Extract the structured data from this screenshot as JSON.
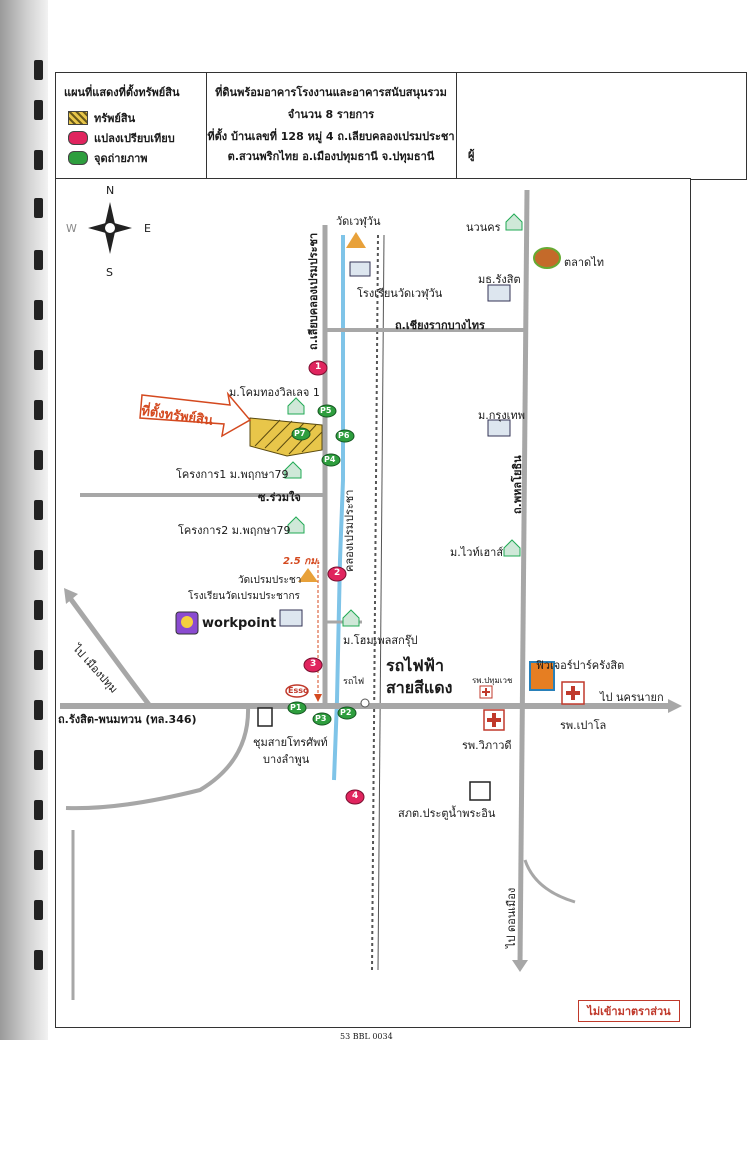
{
  "header": {
    "legend_title": "แผนที่แสดงที่ตั้งทรัพย์สิน",
    "legend": [
      {
        "label": "ทรัพย์สิน"
      },
      {
        "label": "แปลงเปรียบเทียบ"
      },
      {
        "label": "จุดถ่ายภาพ"
      }
    ],
    "info_lines": [
      "ที่ดินพร้อมอาคารโรงงานและอาคารสนับสนุนรวม",
      "จำนวน 8 รายการ",
      "ที่ตั้ง บ้านเลขที่ 128 หมู่ 4 ถ.เลียบคลองเปรมประชา",
      "ต.สวนพริกไทย อ.เมืองปทุมธานี จ.ปทุมธานี"
    ],
    "cut_char": "ผู้"
  },
  "compass": {
    "n": "N",
    "s": "S",
    "e": "E",
    "w": "W"
  },
  "map": {
    "roads": {
      "road_khlong": "ถ.เลียบคลองเปรมประชา",
      "road_chiang_rak": "ถ.เชียงรากบางไทร",
      "road_phahonyothin": "ถ.พหลโยธิน",
      "soi_ruam_chai": "ซ.ร่วมใจ",
      "canal": "คลองเปรมประชา",
      "road_rangsit": "ถ.รังสิต-พนมทวน (ทล.346)",
      "to_mueang": "ไป เมืองปทุม",
      "to_nakhon_nayok": "ไป นครนายก",
      "to_don_mueang": "ไป ดอนเมือง",
      "railway": "รถไฟ"
    },
    "places": {
      "wat_wesu": "วัดเวฬุวัน",
      "school_wesu": "โรงเรียนวัดเวฬุวัน",
      "nawanakorn": "นวนคร",
      "talat_thai": "ตลาดไท",
      "rangsit_univ": "มธ.รังสิต",
      "krungthep": "ม.กรุงเทพ",
      "white_house": "ม.ไวท์เฮาส์",
      "home_village": "ม.โคมทองวิลเลจ 1",
      "project1": "โครงการ1 ม.พฤกษา79",
      "project2": "โครงการ2 ม.พฤกษา79",
      "wat_prem": "วัดเปรมประชา",
      "school_prem": "โรงเรียนวัดเปรมประชากร",
      "workpoint": "workpoint",
      "home_place": "ม.โฮมเพลสกรุ๊ป",
      "exchange": "ชุมสายโทรศัพท์",
      "exchange2": "บางลำพูน",
      "future_park": "ฟิวเจอร์ปาร์ครังสิต",
      "hosp_pathum": "รพ.ปทุมเวช",
      "hosp_paolo": "รพ.เปาโล",
      "hosp_vibhavadi": "รพ.วิภาวดี",
      "police": "สภต.ประตูน้ำพระอิน",
      "property_label": "ที่ตั้งทรัพย์สิน",
      "distance": "2.5 กม.",
      "redline_1": "รถไฟฟ้า",
      "redline_2": "สายสีแดง",
      "esso": "Esso"
    },
    "markers": {
      "comp": [
        "1",
        "2",
        "3",
        "4"
      ],
      "photo": [
        "P1",
        "P2",
        "P3",
        "P4",
        "P5",
        "P6",
        "P7"
      ]
    },
    "scale_note": "ไม่เข้ามาตราส่วน",
    "ref_code": "53 BBL 0034"
  },
  "colors": {
    "road": "#a7a7a7",
    "canal": "#7fc4e8",
    "comp_marker": "#e0245e",
    "photo_marker": "#2e9e3e",
    "arrow_text": "#d4491f",
    "property": "#e8c64a"
  }
}
